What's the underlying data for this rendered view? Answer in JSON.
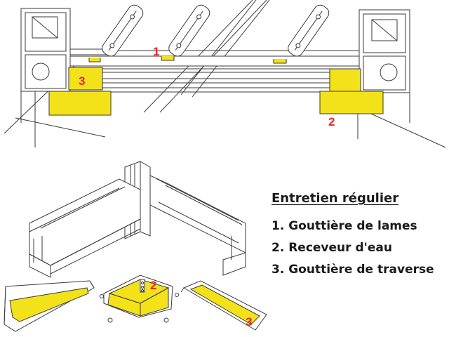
{
  "legend": {
    "title": "Entretien régulier",
    "items": [
      {
        "label": "1. Gouttière de lames"
      },
      {
        "label": "2. Receveur d'eau"
      },
      {
        "label": "3. Gouttière de traverse"
      }
    ]
  },
  "callouts": {
    "top_one": "1",
    "top_three": "3",
    "top_two": "2",
    "bottom_two": "2",
    "bottom_three": "3"
  },
  "colors": {
    "highlight": "#f3e21a",
    "callout": "#e3262b",
    "line": "#3a3a3a"
  }
}
